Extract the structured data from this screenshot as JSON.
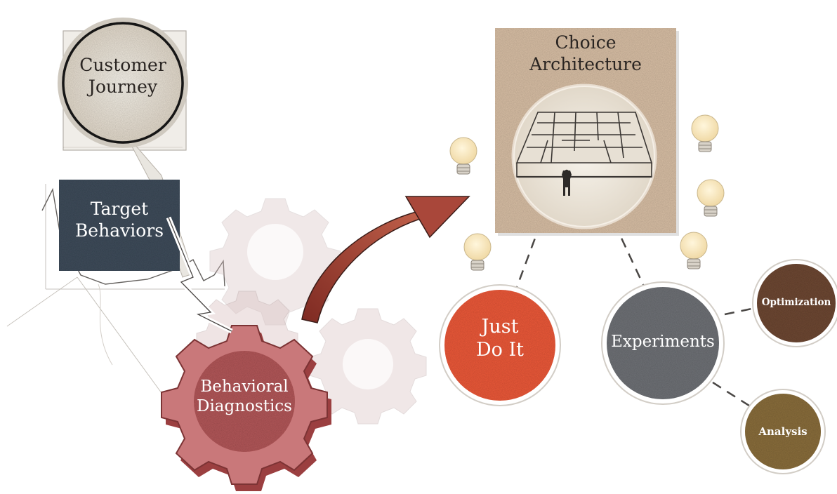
{
  "nodes": {
    "customer_journey": {
      "line1": "Customer",
      "line2": "Journey"
    },
    "target_behaviors": {
      "line1": "Target",
      "line2": "Behaviors"
    },
    "behavioral_diagnostics": {
      "line1": "Behavioral",
      "line2": "Diagnostics"
    },
    "choice_architecture": {
      "line1": "Choice",
      "line2": "Architecture"
    },
    "just_do_it": {
      "line1": "Just",
      "line2": "Do It"
    },
    "experiments": {
      "label": "Experiments"
    },
    "optimization": {
      "label": "Optimization"
    },
    "analysis": {
      "label": "Analysis"
    }
  },
  "colors": {
    "just_do_it": "#ec5a3a",
    "experiments": "#6f7277",
    "optimization": "#6e4a36",
    "analysis": "#8a6e3e",
    "target_behaviors": "#3f4d5c",
    "diagnostics_gear": "#b3585a",
    "arrow": "#a9473a",
    "choice_card": "#d9c0a6"
  },
  "icons": [
    "magnifier-icon",
    "maze-icon",
    "gear-icon",
    "lightbulb-icon",
    "curved-arrow-icon"
  ]
}
